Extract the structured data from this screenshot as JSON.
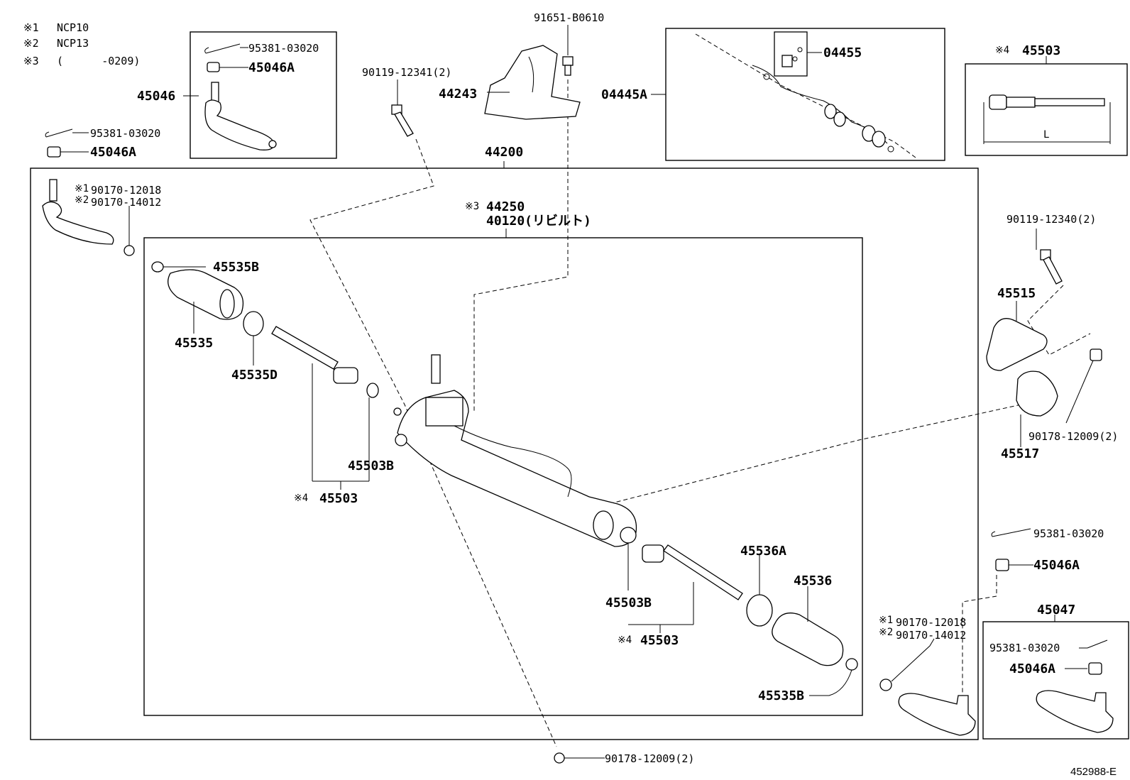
{
  "notes": [
    {
      "mark": "※1",
      "text": "NCP10"
    },
    {
      "mark": "※2",
      "text": "NCP13"
    },
    {
      "mark": "※3",
      "text": "(      -0209)"
    }
  ],
  "footer": {
    "figure_id": "452988-E"
  },
  "labels": {
    "p45046": "45046",
    "p95381_box_left": "95381-03020",
    "p45046A_box_left": "45046A",
    "p95381_left": "95381-03020",
    "p45046A_left": "45046A",
    "p90119_12341": "90119-12341(2)",
    "p91651": "91651-B0610",
    "p44243": "44243",
    "p04445A": "04445A",
    "p04455": "04455",
    "p45503_box_mark": "※4",
    "p45503_box": "45503",
    "len_L": "L",
    "p44200": "44200",
    "p90170_12018_left_mark": "※1",
    "p90170_12018_left": "90170-12018",
    "p90170_14012_left_mark": "※2",
    "p90170_14012_left": "90170-14012",
    "p44250_mark": "※3",
    "p44250": "44250",
    "p40120": "40120(リビルト)",
    "p45535B_top": "45535B",
    "p45535": "45535",
    "p45535D": "45535D",
    "p45503B_left": "45503B",
    "p45503_left_mark": "※4",
    "p45503_left": "45503",
    "p45503B_right": "45503B",
    "p45503_right_mark": "※4",
    "p45503_right": "45503",
    "p45536A": "45536A",
    "p45536": "45536",
    "p45535B_bottom": "45535B",
    "p90119_12340": "90119-12340(2)",
    "p45515": "45515",
    "p45517": "45517",
    "p90178_right": "90178-12009(2)",
    "p95381_right": "95381-03020",
    "p45046A_right": "45046A",
    "p45047": "45047",
    "p95381_box_right": "95381-03020",
    "p45046A_box_right": "45046A",
    "p90170_12018_right_mark": "※1",
    "p90170_12018_right": "90170-12018",
    "p90170_14012_right_mark": "※2",
    "p90170_14012_right": "90170-14012",
    "p90178_bottom": "90178-12009(2)"
  }
}
